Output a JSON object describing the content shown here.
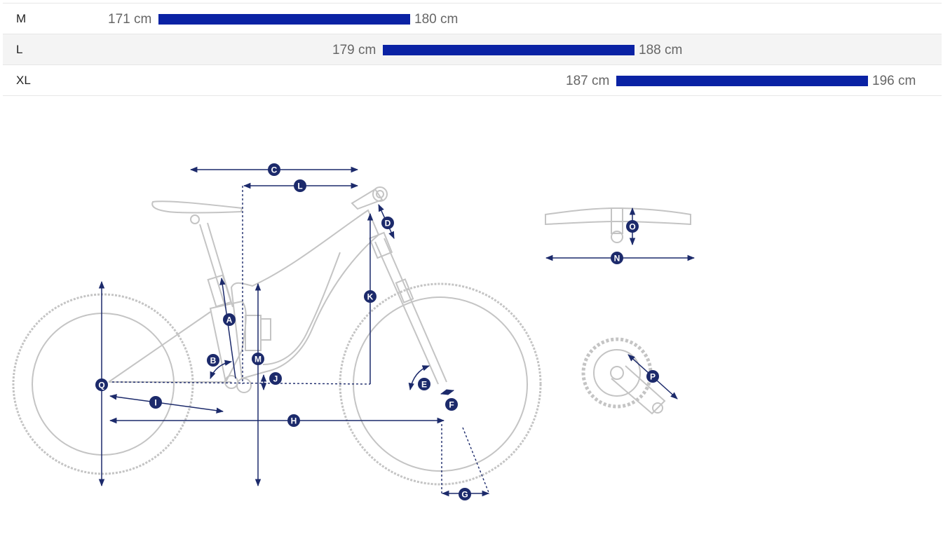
{
  "size_chart": {
    "rows": [
      {
        "size": "M",
        "min": "171 cm",
        "max": "180 cm",
        "min_cm": 171,
        "max_cm": 180
      },
      {
        "size": "L",
        "min": "179 cm",
        "max": "188 cm",
        "min_cm": 179,
        "max_cm": 188
      },
      {
        "size": "XL",
        "min": "187 cm",
        "max": "196 cm",
        "min_cm": 187,
        "max_cm": 196
      }
    ],
    "bar_color": "#0a22a4"
  },
  "geometry": {
    "line_color": "#c8c8c8",
    "accent_color": "#1c2a6b",
    "markers": [
      "A",
      "B",
      "C",
      "D",
      "E",
      "F",
      "G",
      "H",
      "I",
      "J",
      "K",
      "L",
      "M",
      "N",
      "O",
      "P",
      "Q"
    ]
  }
}
